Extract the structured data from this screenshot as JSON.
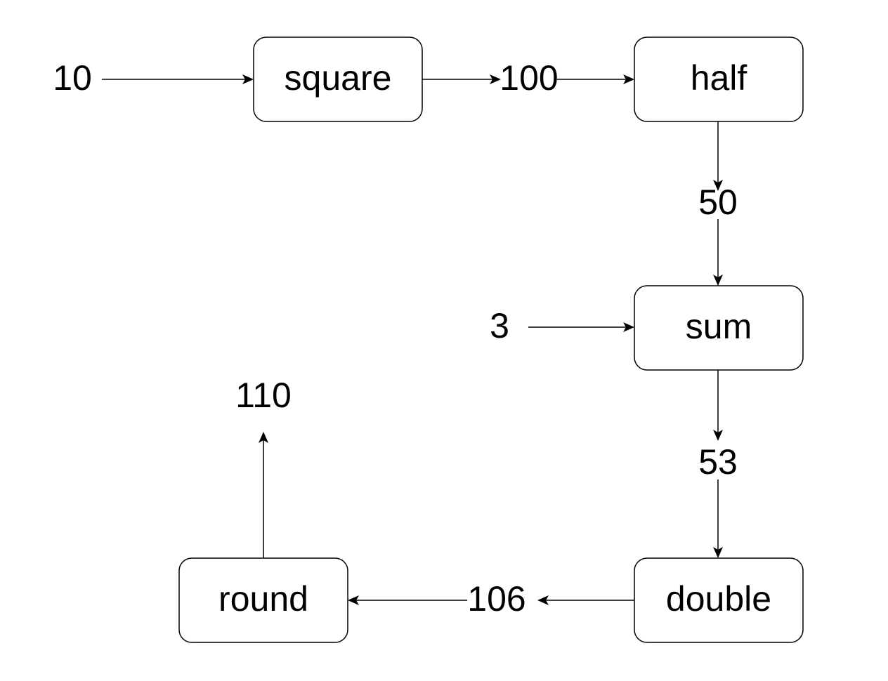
{
  "nodes": {
    "square": "square",
    "half": "half",
    "sum": "sum",
    "double": "double",
    "round": "round"
  },
  "values": {
    "input_10": "10",
    "v_100": "100",
    "v_50": "50",
    "input_3": "3",
    "v_53": "53",
    "v_106": "106",
    "output_110": "110"
  }
}
